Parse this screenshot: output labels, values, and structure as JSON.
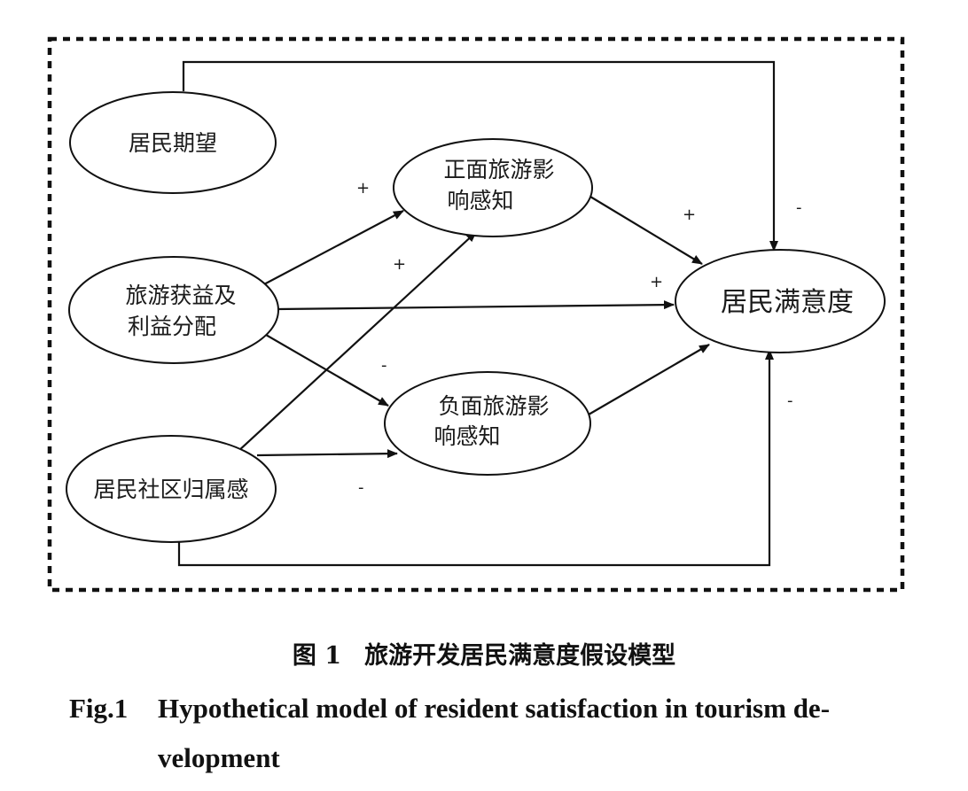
{
  "diagram": {
    "nodes": {
      "expectation": "居民期望",
      "benefit_line1": "旅游获益及",
      "benefit_line2": "利益分配",
      "belonging": "居民社区归属感",
      "positive_line1": "正面旅游影",
      "positive_line2": "响感知",
      "negative_line1": "负面旅游影",
      "negative_line2": "响感知",
      "satisfaction": "居民满意度"
    },
    "signs": {
      "benefit_to_positive": "+",
      "belonging_to_positive": "+",
      "positive_to_satisfaction": "+",
      "benefit_to_satisfaction": "+",
      "expectation_to_satisfaction": "-",
      "benefit_to_negative": "-",
      "belonging_to_negative": "-",
      "negative_to_satisfaction": "-"
    }
  },
  "caption": {
    "cn_fig": "图 1",
    "cn_title": "旅游开发居民满意度假设模型",
    "en_fig": "Fig.1",
    "en_title_line1": "Hypothetical model of resident satisfaction in tourism de-",
    "en_title_line2": "velopment"
  }
}
